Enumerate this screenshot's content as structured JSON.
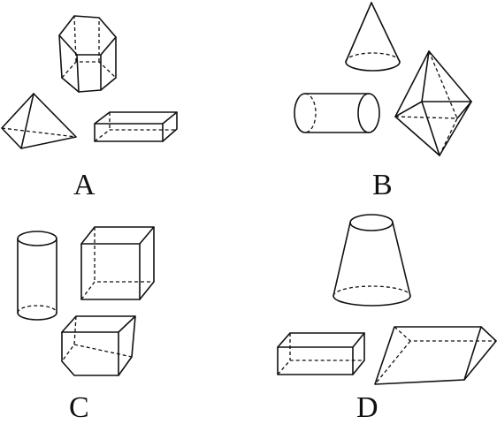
{
  "options": [
    {
      "label": "A",
      "shapes": [
        "hexagonal-prism",
        "triangular-pyramid",
        "rectangular-prism"
      ]
    },
    {
      "label": "B",
      "shapes": [
        "cone",
        "cylinder",
        "octahedron"
      ]
    },
    {
      "label": "C",
      "shapes": [
        "cylinder",
        "cube",
        "trapezoidal-prism"
      ]
    },
    {
      "label": "D",
      "shapes": [
        "frustum",
        "rectangular-prism",
        "slanted-prism"
      ]
    }
  ]
}
